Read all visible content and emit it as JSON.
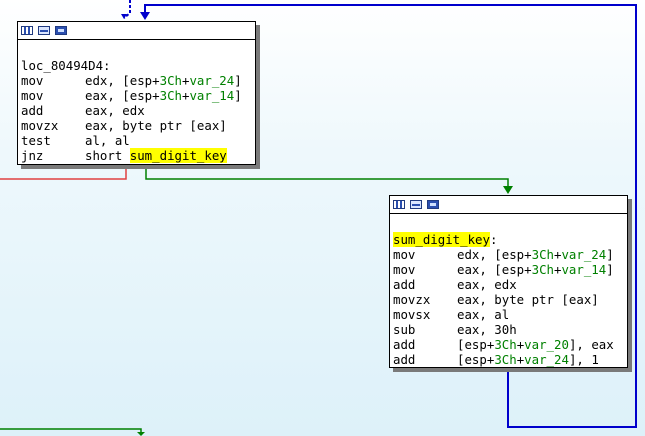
{
  "blocks": {
    "a": {
      "label": "loc_80494D4:",
      "lines": [
        {
          "m": "mov",
          "p": [
            "edx, [esp+",
            {
              "n": "3Ch"
            },
            "+",
            {
              "n": "var_24"
            },
            "]"
          ]
        },
        {
          "m": "mov",
          "p": [
            "eax, [esp+",
            {
              "n": "3Ch"
            },
            "+",
            {
              "n": "var_14"
            },
            "]"
          ]
        },
        {
          "m": "add",
          "p": [
            "eax, edx"
          ]
        },
        {
          "m": "movzx",
          "p": [
            "eax, byte ptr [eax]"
          ]
        },
        {
          "m": "test",
          "p": [
            "al, al"
          ]
        },
        {
          "m": "jnz",
          "p": [
            "short ",
            {
              "h": "sum_digit_key"
            }
          ]
        }
      ]
    },
    "b": {
      "label": "sum_digit_key",
      "label_suffix": ":",
      "lines": [
        {
          "m": "mov",
          "p": [
            "edx, [esp+",
            {
              "n": "3Ch"
            },
            "+",
            {
              "n": "var_24"
            },
            "]"
          ]
        },
        {
          "m": "mov",
          "p": [
            "eax, [esp+",
            {
              "n": "3Ch"
            },
            "+",
            {
              "n": "var_14"
            },
            "]"
          ]
        },
        {
          "m": "add",
          "p": [
            "eax, edx"
          ]
        },
        {
          "m": "movzx",
          "p": [
            "eax, byte ptr [eax]"
          ]
        },
        {
          "m": "movsx",
          "p": [
            "eax, al"
          ]
        },
        {
          "m": "sub",
          "p": [
            "eax, 30h"
          ]
        },
        {
          "m": "add",
          "p": [
            "[esp+",
            {
              "n": "3Ch"
            },
            "+",
            {
              "n": "var_20"
            },
            "], eax"
          ]
        },
        {
          "m": "add",
          "p": [
            "[esp+",
            {
              "n": "3Ch"
            },
            "+",
            {
              "n": "var_24"
            },
            "], 1"
          ]
        }
      ]
    }
  },
  "colors": {
    "edge_true": "#008000",
    "edge_false": "#e04040",
    "edge_jump": "#0000cc",
    "number": "#008000",
    "highlight": "#ffff00"
  },
  "icons": [
    "graph-overview-icon",
    "graph-node-icon",
    "text-view-icon"
  ]
}
